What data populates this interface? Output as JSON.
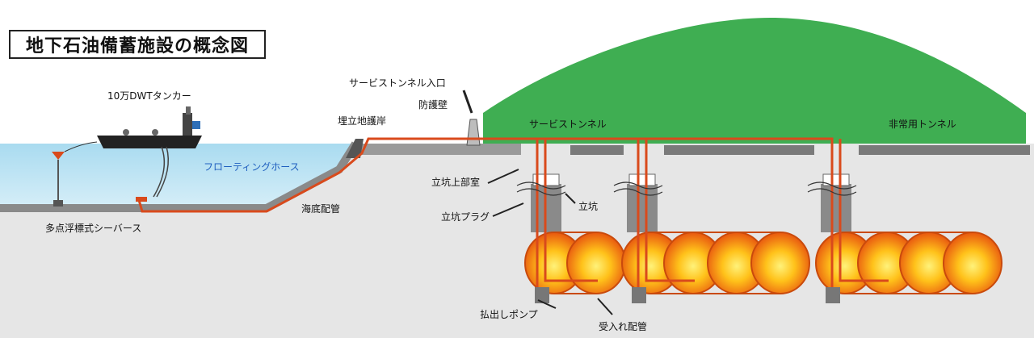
{
  "title": "地下石油備蓄施設の概念図",
  "labels": {
    "tanker": "10万DWTタンカー",
    "floating_hose": "フローティングホース",
    "multi_buoy_berth": "多点浮標式シーバース",
    "seabed_pipe": "海底配管",
    "revetment": "埋立地護岸",
    "barrier_wall": "防護壁",
    "service_tunnel_entrance": "サービストンネル入口",
    "service_tunnel": "サービストンネル",
    "emergency_tunnel": "非常用トンネル",
    "shaft_top_room": "立坑上部室",
    "shaft": "立坑",
    "shaft_plug": "立坑プラグ",
    "discharge_pump": "払出しポンプ",
    "receiving_pipe": "受入れ配管"
  },
  "colors": {
    "sea": "#bfe3f3",
    "ground": "#e6e6e6",
    "mountain": "#3fae52",
    "pipe": "#d94a1c",
    "tunnel": "#7a7a7a",
    "tank_core": "#ffdd33",
    "tank_edge": "#e85a10"
  }
}
